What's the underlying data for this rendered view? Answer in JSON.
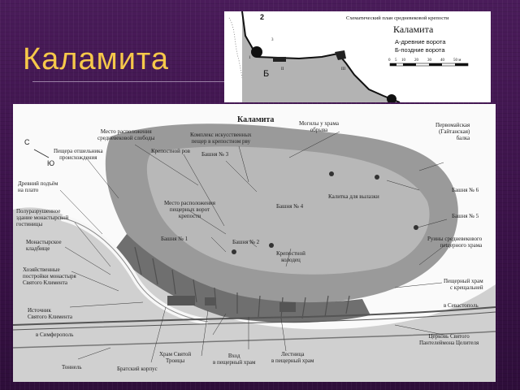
{
  "slide": {
    "title": "Каламита"
  },
  "plan": {
    "title_line": "Схематический план средневековой крепости",
    "name": "Каламита",
    "legend_a": "А-древние ворота",
    "legend_b": "Б-поздние ворота",
    "scale_ticks": [
      "0",
      "5",
      "10",
      "20",
      "30",
      "40",
      "50 м"
    ],
    "marker_2": "2",
    "marker_1": "1",
    "marker_3": "3",
    "label_b": "Б",
    "roman_2": "II",
    "roman_3": "III"
  },
  "map": {
    "title": "Каламита",
    "compass_n": "С",
    "compass_s": "Ю",
    "labels": {
      "sloboda": "Место расположения\nсредневековой слободы",
      "complex": "Комплекс искусственных\nпещер в крепостном рву",
      "graves": "Могилы у храма\nобрыва",
      "pervomaiskaya": "Первомайская\n(Гайтанская)\nбалка",
      "cave_hermit": "Пещера отшельника\nпроисхождения",
      "fortress_ditch": "Крепостной ров",
      "tower3": "Башня № 3",
      "ancient_path": "Древний подъём\nна плато",
      "half_ruined": "Полуразрушенное\nздание монастырской\nгостиницы",
      "place_hold": "Место расположения\nпещерных ворот\nкрепости",
      "gate_exit": "Калитка для вылазки",
      "tower6": "Башня № 6",
      "tower4": "Башня № 4",
      "tower5": "Башня № 5",
      "cemetery": "Монастырское\nкладбище",
      "tower1": "Башня № 1",
      "tower2": "Башня № 2",
      "ruins_church": "Руины средневекового\nпещерного храма",
      "economic": "Хозяйственные\nпостройки монастыря\nСвятого Климента",
      "fortress_moat": "Крепостной\nколодец",
      "cave_church": "Пещерный храм\nс крещальней",
      "source": "Источник\nСвятого Климента",
      "to_sevastopol": "в Севастополь",
      "to_simferopol": "в Симферополь",
      "church_panteleimon": "Церковь Святого\nПантелеймона Целителя",
      "tunnel": "Тоннель",
      "brother_building": "Братский корпус",
      "temple_trinity": "Храм Святой\nТроицы",
      "entrance_cave": "Вход\nв пещерный храм",
      "stairs": "Лестница\nв пещерный храм"
    }
  }
}
